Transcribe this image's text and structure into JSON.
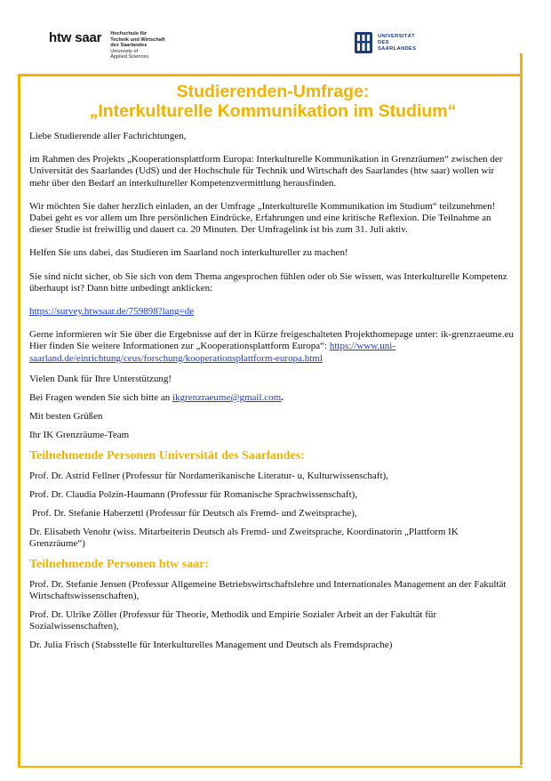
{
  "header": {
    "htw_wordmark": "htw saar",
    "htw_sub_lines": [
      "Hochschule für",
      "Technik und Wirtschaft",
      "des Saarlandes",
      "University of",
      "Applied Sciences"
    ],
    "uds_lines": [
      "UNIVERSITÄT",
      "DES",
      "SAARLANDES"
    ]
  },
  "title": {
    "line1": "Studierenden-Umfrage:",
    "line2": "„Interkulturelle Kommunikation im Studium“"
  },
  "body": {
    "greeting": "Liebe Studierende aller Fachrichtungen,",
    "intro": "im Rahmen des Projekts „Kooperationsplattform Europa: Interkulturelle Kommunikation in Grenzräumen“ zwischen der Universität des Saarlandes (UdS) und der Hochschule für Technik und Wirtschaft des Saarlandes (htw saar) wollen wir mehr über den Bedarf an interkultureller Kompetenzvermittlung herausfinden.",
    "invite_1": "Wir möchten Sie daher herzlich einladen, an der Umfrage „Interkulturelle Kommunikation im Studium“ teilzunehmen!",
    "invite_2": "Dabei geht es vor allem um Ihre persönlichen Eindrücke, Erfahrungen und eine kritische Reflexion. Die Teilnahme an dieser Studie ist freiwillig und dauert ca. 20 Minuten. Der Umfragelink ist bis zum 31. Juli aktiv.",
    "help": "Helfen Sie uns dabei, das Studieren im Saarland noch interkultureller zu machen!",
    "unsure": "Sie sind nicht sicher, ob Sie sich von dem Thema angesprochen fühlen oder ob Sie wissen, was Interkulturelle Kompetenz überhaupt ist? Dann bitte unbedingt anklicken:",
    "survey_link": "https://survey.htwsaar.de/759898?lang=de",
    "results": "Gerne informieren wir Sie über die Ergebnisse auf der in Kürze freigeschalteten Projekthomepage unter:  ik-grenzraeume.eu",
    "more_info_prefix": "Hier finden Sie weitere Informationen zur „Kooperationsplattform Europa“: ",
    "more_info_link": "https://www.uni-saarland.de/einrichtung/ceus/forschung/kooperationsplattform-europa.html",
    "thanks": "Vielen Dank für Ihre Unterstützung!",
    "questions_prefix": "Bei Fragen wenden Sie sich bitte an ",
    "questions_email": "ikgrenzraeume@gmail.com",
    "questions_suffix": ".",
    "regards": "Mit besten Grüßen",
    "team": "Ihr IK Grenzräume-Team"
  },
  "uds_section": {
    "heading": "Teilnehmende Personen Universität des Saarlandes:",
    "people": [
      "Prof. Dr. Astrid Fellner (Professur für Nordamerikanische Literatur- u, Kulturwissenschaft),",
      "Prof. Dr. Claudia Polzin-Haumann (Professur für Romanische Sprachwissenschaft),",
      "Prof. Dr. Stefanie Haberzettl (Professur für Deutsch als Fremd- und Zweitsprache),",
      "Dr. Elisabeth Venohr (wiss. Mitarbeiterin Deutsch als Fremd- und Zweitsprache, Koordinatorin „Plattform IK Grenzräume“)"
    ]
  },
  "htw_section": {
    "heading": "Teilnehmende Personen htw saar:",
    "people": [
      "Prof. Dr. Stefanie Jensen (Professur Allgemeine Betriebswirtschaftslehre und Internationales Management an der Fakultät Wirtschaftswissenschaften),",
      "Prof. Dr. Ulrike Zöller (Professur für Theorie, Methodik und Empirie Sozialer Arbeit an der Fakultät für Sozialwissenschaften),",
      "Dr. Julia Frisch (Stabsstelle für Interkulturelles Management und Deutsch als Fremdsprache)"
    ]
  }
}
